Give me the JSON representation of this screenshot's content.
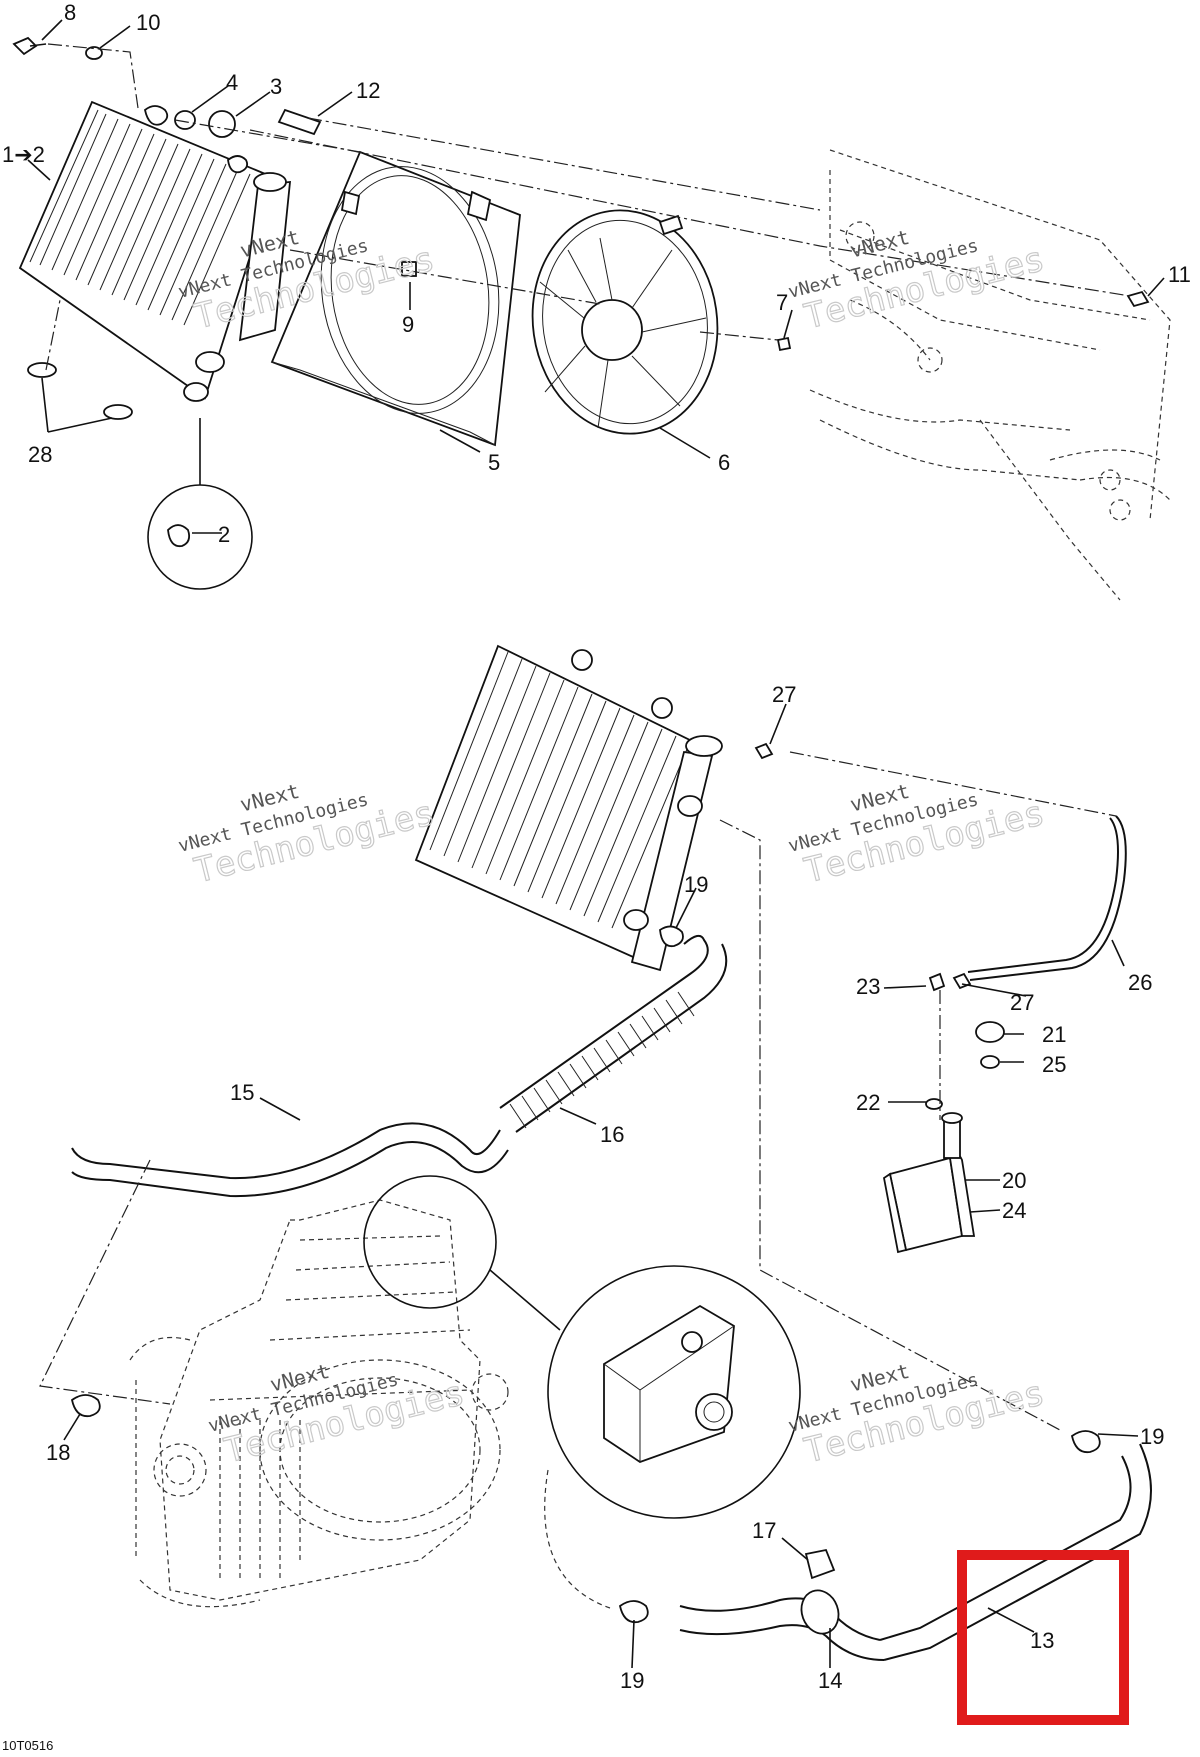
{
  "callouts": {
    "c1": "1➔2",
    "c2a": "2",
    "c3": "3",
    "c4": "4",
    "c5": "5",
    "c6": "6",
    "c7": "7",
    "c8": "8",
    "c9": "9",
    "c10": "10",
    "c11": "11",
    "c12": "12",
    "c28": "28",
    "c27a": "27",
    "c19a": "19",
    "c26": "26",
    "c23": "23",
    "c27b": "27",
    "c21": "21",
    "c25": "25",
    "c22": "22",
    "c15": "15",
    "c16": "16",
    "c20": "20",
    "c24": "24",
    "c19b": "19",
    "c18": "18",
    "c17": "17",
    "c13": "13",
    "c19c": "19",
    "c14": "14"
  },
  "watermark": {
    "line1": "vNext",
    "line2": "vNext Technologies",
    "line3": "Technologies"
  },
  "figure_code": "10T0516",
  "highlight": {
    "color": "#e01b1b"
  }
}
